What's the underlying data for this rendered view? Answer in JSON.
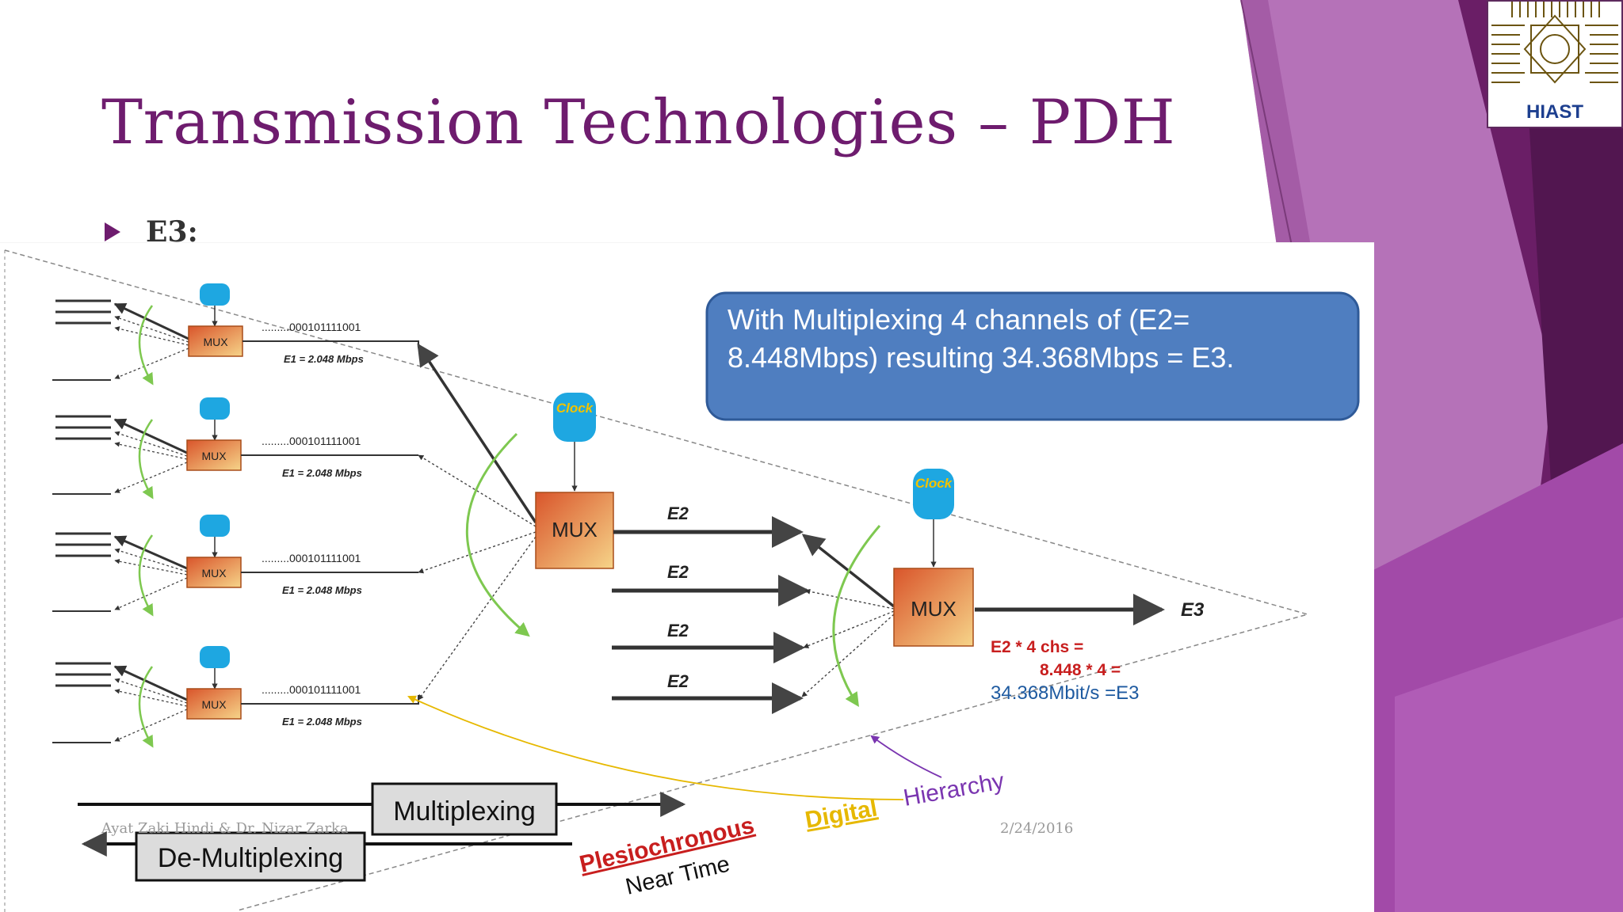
{
  "slide": {
    "title": "Transmission Technologies – PDH",
    "bullet": "E3:",
    "logo_text": "HIAST",
    "footer_author": "Ayat Zaki Hindi & Dr. Nizar Zarka",
    "footer_date": "2/24/2016"
  },
  "diagram": {
    "callout_line1": "With Multiplexing 4 channels of (E2=",
    "callout_line2": "8.448Mbps) resulting 34.368Mbps = E3.",
    "clock_label": "Clock",
    "mux_label": "MUX",
    "bitstream": ".........000101111001",
    "e1_rate": "E1 = 2.048 Mbps",
    "e2_label": "E2",
    "e3_label": "E3",
    "formula_line1": "E2 * 4 chs =",
    "formula_line2": "8.448 * 4 =",
    "formula_line3": "34.368Mbit/s =E3",
    "multiplexing": "Multiplexing",
    "demultiplexing": "De-Multiplexing",
    "word_plesiochronous": "Plesiochronous",
    "word_digital": "Digital",
    "word_hierarchy": "Hierarchy",
    "near_time": "Near Time"
  },
  "colors": {
    "title": "#6e1c6e",
    "callout_fill": "#4f7ec0",
    "mux_orange": "#e07a30",
    "clock_blue": "#1ea7e1",
    "clock_text": "#f2c200",
    "green_arc": "#7ec850",
    "red_text": "#c81e1e",
    "blue_text": "#1e5aa0",
    "yellow_text": "#e6b800",
    "purple_text": "#7a35b0"
  }
}
